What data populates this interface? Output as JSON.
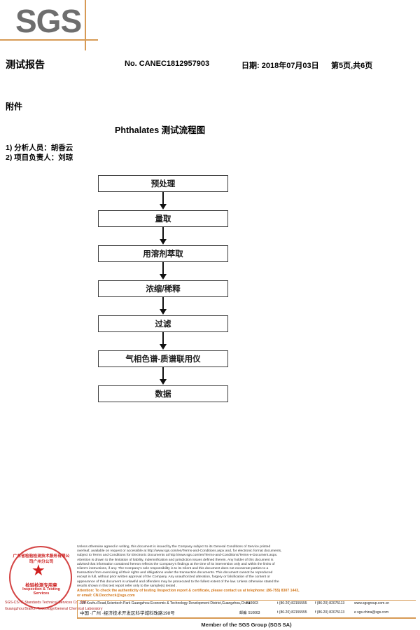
{
  "header": {
    "logo_text": "SGS",
    "report_title": "测试报告",
    "report_no": "No. CANEC1812957903",
    "report_date": "日期: 2018年07月03日",
    "page_indicator": "第5页,共6页"
  },
  "body": {
    "attachment_label": "附件",
    "flow_title": "Phthalates 测试流程图",
    "staff": [
      "1)  分析人员：胡香云",
      "2)  项目负责人：刘琼"
    ]
  },
  "flowchart": {
    "type": "flow",
    "nodes": [
      "预处理",
      "量取",
      "用溶剂萃取",
      "浓缩/稀释",
      "过滤",
      "气相色谱-质谱联用仪",
      "数据"
    ]
  },
  "stamp": {
    "arc_top": "广东省检验检测技术服务有限公司广州分公司",
    "star_glyph": "★",
    "cn_text": "检验检测专用章",
    "en_text": "Inspection & Testing Services",
    "lab_line_1": "SGS-CSTC Standards Technical Services Co., Ltd.",
    "lab_line_2": "Guangzhou Branch Toxicology/General Chemical Laboratory"
  },
  "footer": {
    "legal_lines": [
      "Unless otherwise agreed in writing, this document is issued by the Company subject to its General Conditions of Service printed",
      "overleaf, available on request or accessible at http://www.sgs.com/en/Terms-and-Conditions.aspx and, for electronic format documents,",
      "subject to Terms and Conditions for Electronic Documents at http://www.sgs.com/en/Terms-and-Conditions/Terms-e-Document.aspx.",
      "Attention is drawn to the limitation of liability, indemnification and jurisdiction issues defined therein. Any holder of this document is",
      "advised that information contained hereon reflects the Company's findings at the time of its intervention only and within the limits of",
      "Client's instructions, if any. The Company's sole responsibility is to its Client and this document does not exonerate parties to a",
      "transaction from exercising all their rights and obligations under the transaction documents. This document cannot be reproduced",
      "except in full, without prior written approval of the Company. Any unauthorized alteration, forgery or falsification of the content or",
      "appearance of this document is unlawful and offenders may be prosecuted to the fullest extent of the law. Unless otherwise stated the",
      "results shown in this test report refer only to the sample(s) tested ."
    ],
    "attention_line_1": "Attention: To check the authenticity of testing /inspection report & certificate, please contact us at telephone: (86-755) 8307 1443,",
    "attention_line_2": "or email: CN.Doccheck@sgs.com",
    "address_en": {
      "main": "198 Kezhu Road,Scientech Park Guangzhou Economic & Technology Development District,Guangzhou,China",
      "zip": "510663",
      "tel": "t (86-20) 82155555",
      "fax": "f (86-20) 82075113",
      "web": "www.sgsgroup.com.cn"
    },
    "address_cn": {
      "main": "中国 ·广州 ·经济技术开发区科学城科珠路198号",
      "zip": "邮编: 510663",
      "tel": "t (86-20) 82155555",
      "fax": "f (86-20) 82075113",
      "web": "e sgs.china@sgs.com"
    },
    "member_line": "Member of the SGS Group (SGS SA)"
  },
  "colors": {
    "brand_orange": "#d79a55",
    "logo_gray": "#6e6e6e",
    "attention_orange": "#d2761a",
    "stamp_red": "#cc2222"
  }
}
